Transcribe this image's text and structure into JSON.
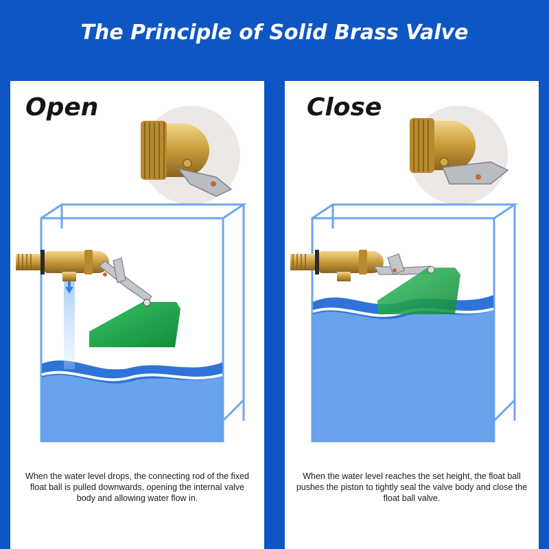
{
  "title": "The Principle of Solid Brass Valve",
  "colors": {
    "background": "#0d56c4",
    "water": "#4f93e8",
    "tank_outline": "#6aa6ee",
    "brass": "#c89a3a",
    "float": "#1fa64a"
  },
  "panels": [
    {
      "state": "Open",
      "description": "When the water level drops, the connecting rod of the fixed float ball is pulled downwards, opening the internal valve body and allowing water flow in."
    },
    {
      "state": "Close",
      "description": "When the water level reaches the set height, the float ball pushes the piston to tightly seal the valve body and close the float ball valve."
    }
  ]
}
